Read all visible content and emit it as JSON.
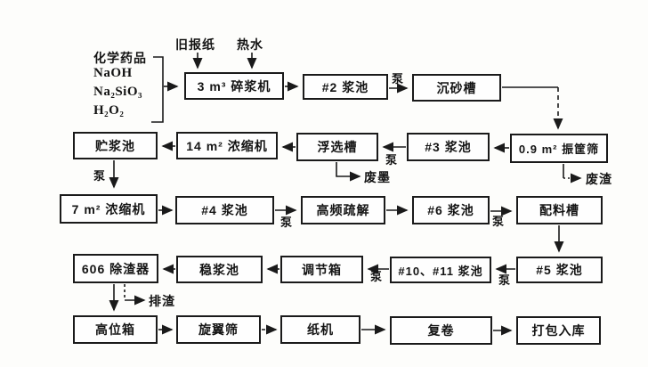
{
  "inputs": {
    "old_newspaper": "旧报纸",
    "hot_water": "热水",
    "chemicals_title": "化学药品",
    "chemicals": [
      "NaOH",
      "Na₂SiO₃",
      "H₂O₂"
    ]
  },
  "boxes": {
    "pulper": "3 m³ 碎浆机",
    "pulp_pool_2": "#2 浆池",
    "sand_settler": "沉砂槽",
    "vibrating_screen": "0.9 m² 振筐筛",
    "pulp_pool_3": "#3 浆池",
    "flotation_tank": "浮选槽",
    "thickener_14": "14 m² 浓缩机",
    "storage_pool": "贮浆池",
    "thickener_7": "7 m² 浓缩机",
    "pulp_pool_4": "#4 浆池",
    "deflaker": "高频疏解",
    "pulp_pool_6": "#6 浆池",
    "batching_tank": "配料槽",
    "pulp_pool_5": "#5 浆池",
    "pulp_pool_10_11": "#10、#11 浆池",
    "adjusting_box": "调节箱",
    "stabilizing_pool": "稳浆池",
    "cleaner_606": "606 除渣器",
    "head_box": "高位箱",
    "rotary_screen": "旋翼筛",
    "paper_machine": "纸机",
    "rewinder": "复卷",
    "packing": "打包入库"
  },
  "labels": {
    "pump": "泵",
    "waste_ink": "废墨",
    "waste_residue": "废渣",
    "discharge_residue": "排渣"
  }
}
